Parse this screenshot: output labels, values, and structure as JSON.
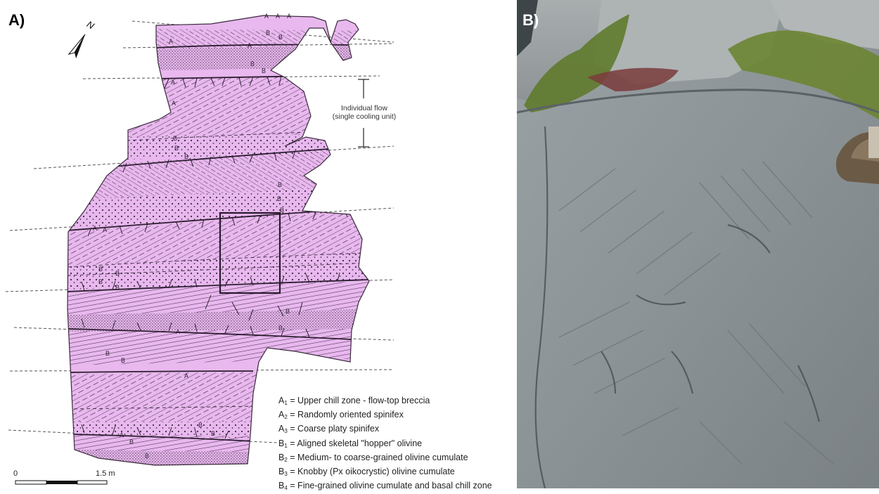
{
  "panels": {
    "a_label": "A)",
    "b_label": "B)"
  },
  "north_label": "N",
  "flow_note": {
    "line1": "Individual flow",
    "line2": "(single cooling unit)"
  },
  "scale": {
    "start": "0",
    "end": "1.5 m"
  },
  "zone_labels": [
    "A",
    "B"
  ],
  "legend": [
    {
      "code": "A",
      "sub": "1",
      "text": "= Upper chill zone - flow-top breccia"
    },
    {
      "code": "A",
      "sub": "2",
      "text": "= Randomly oriented spinifex"
    },
    {
      "code": "A",
      "sub": "3",
      "text": "= Coarse platy spinifex"
    },
    {
      "code": "B",
      "sub": "1",
      "text": "= Aligned skeletal \"hopper\" olivine"
    },
    {
      "code": "B",
      "sub": "2",
      "text": "= Medium- to coarse-grained olivine cumulate"
    },
    {
      "code": "B",
      "sub": "3",
      "text": "= Knobby (Px oikocrystic) olivine cumulate"
    },
    {
      "code": "B",
      "sub": "4",
      "text": "= Fine-grained olivine cumulate and basal chill zone"
    }
  ],
  "colors": {
    "outcrop_fill": "#e8b8ee",
    "outline": "#3a2a3c",
    "rock_photo": "#8a9296",
    "moss": "#5f7a2c"
  },
  "icons": {
    "north_arrow": "north-arrow-icon",
    "boot": "boot-icon"
  }
}
